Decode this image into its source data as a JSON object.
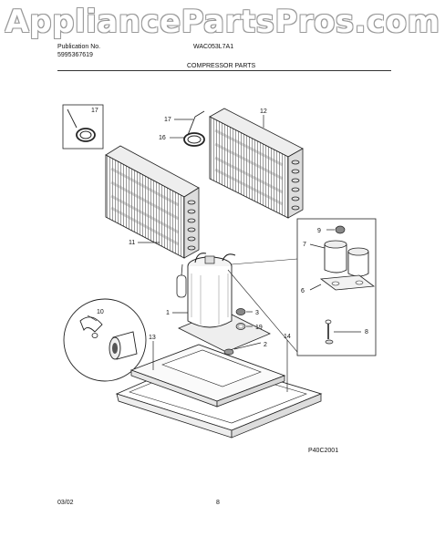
{
  "watermark": "AppliancePartsPros.com",
  "header": {
    "publication_label": "Publication No.",
    "publication_number": "5995367619",
    "model": "WAC053L7A1",
    "section_title": "COMPRESSOR PARTS"
  },
  "callouts": {
    "c1": "1",
    "c2": "2",
    "c3": "3",
    "c6": "6",
    "c7": "7",
    "c8": "8",
    "c9": "9",
    "c10": "10",
    "c11": "11",
    "c12": "12",
    "c13": "13",
    "c14": "14",
    "c16": "16",
    "c17a": "17",
    "c17b": "17",
    "c19": "19"
  },
  "figure_code": "P40C2001",
  "footer": {
    "date": "03/02",
    "page": "8"
  }
}
